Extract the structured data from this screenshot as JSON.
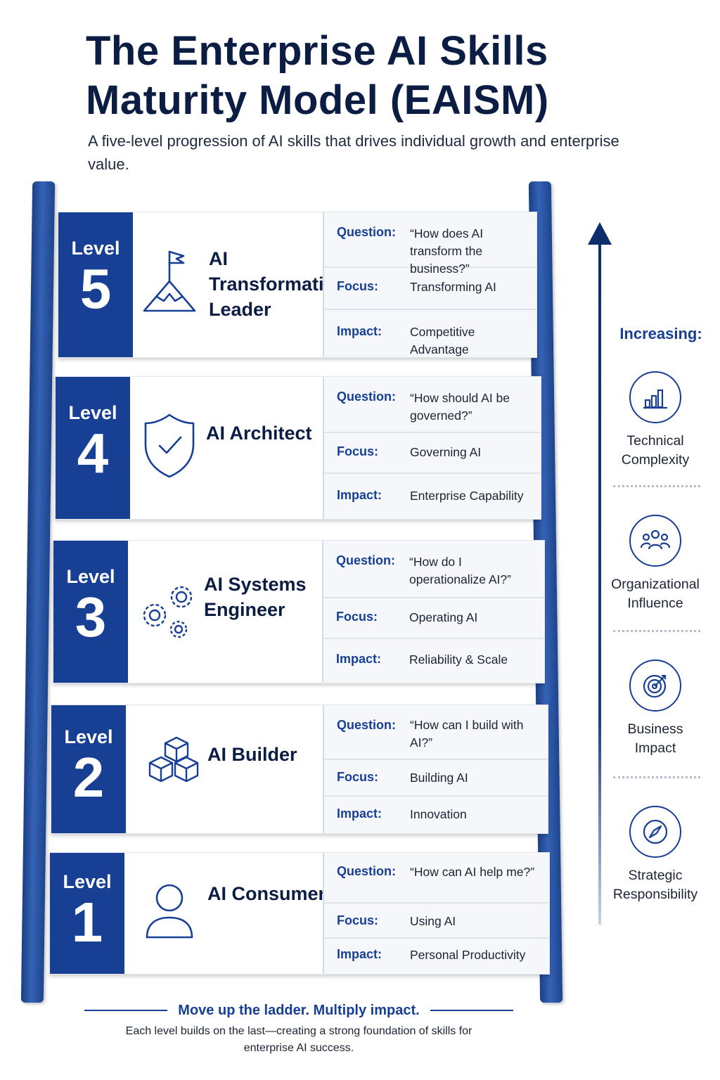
{
  "header": {
    "title": "The Enterprise AI Skills Maturity Model (EAISM)",
    "subtitle": "A five-level progression of AI skills that drives individual growth and enterprise value."
  },
  "levels": [
    {
      "label": "Level",
      "number": "5",
      "icon": "mountain-flag-icon",
      "role": "AI Transformation Leader",
      "question_key": "Question:",
      "question": "“How does AI transform the business?”",
      "focus_key": "Focus:",
      "focus": "Transforming AI",
      "impact_key": "Impact:",
      "impact": "Competitive Advantage"
    },
    {
      "label": "Level",
      "number": "4",
      "icon": "shield-check-icon",
      "role": "AI Architect",
      "question_key": "Question:",
      "question": "“How should AI be governed?”",
      "focus_key": "Focus:",
      "focus": "Governing AI",
      "impact_key": "Impact:",
      "impact": "Enterprise Capability"
    },
    {
      "label": "Level",
      "number": "3",
      "icon": "gears-icon",
      "role": "AI Systems Engineer",
      "question_key": "Question:",
      "question": "“How do I operationalize AI?”",
      "focus_key": "Focus:",
      "focus": "Operating AI",
      "impact_key": "Impact:",
      "impact": "Reliability & Scale"
    },
    {
      "label": "Level",
      "number": "2",
      "icon": "cubes-icon",
      "role": "AI Builder",
      "question_key": "Question:",
      "question": "“How can I build with AI?”",
      "focus_key": "Focus:",
      "focus": "Building AI",
      "impact_key": "Impact:",
      "impact": "Innovation"
    },
    {
      "label": "Level",
      "number": "1",
      "icon": "user-icon",
      "role": "AI Consumer",
      "question_key": "Question:",
      "question": "“How can AI help me?”",
      "focus_key": "Focus:",
      "focus": "Using AI",
      "impact_key": "Impact:",
      "impact": "Personal Productivity"
    }
  ],
  "sidebar": {
    "heading": "Increasing:",
    "metrics": [
      {
        "label": "Technical Complexity",
        "icon": "bar-chart-icon"
      },
      {
        "label": "Organizational Influence",
        "icon": "people-icon"
      },
      {
        "label": "Business Impact",
        "icon": "target-icon"
      },
      {
        "label": "Strategic Responsibility",
        "icon": "compass-icon"
      }
    ]
  },
  "footer": {
    "title": "Move up the ladder. Multiply impact.",
    "text": "Each level builds on the last—creating a strong foundation of skills for enterprise AI success."
  },
  "colors": {
    "primary": "#173f93",
    "dark_navy": "#0c1d44",
    "panel": "#f5f7fb"
  }
}
